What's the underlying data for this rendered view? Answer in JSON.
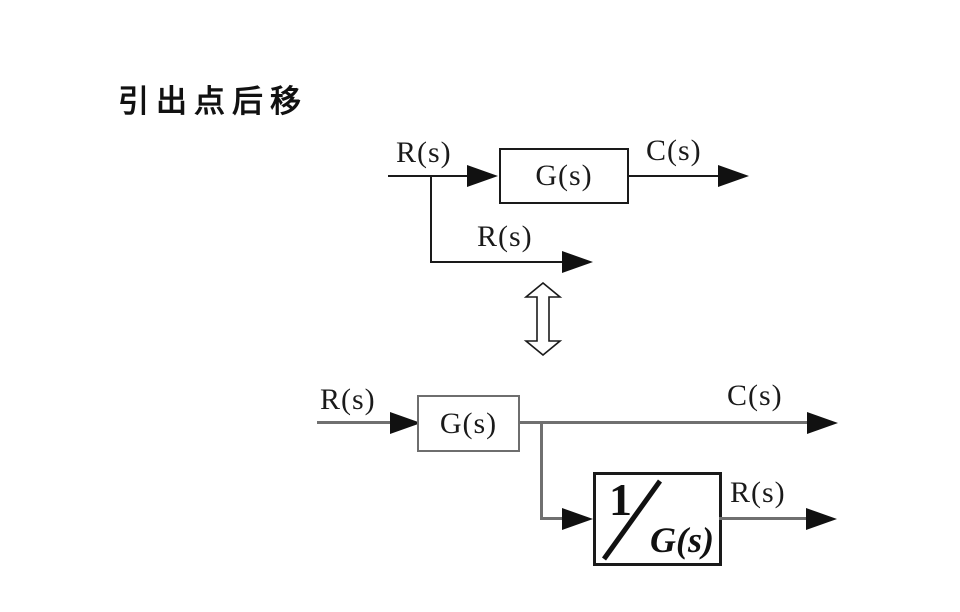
{
  "page": {
    "title": "引出点后移",
    "background": "#ffffff"
  },
  "colors": {
    "ink": "#1a1a1a",
    "gray_line": "#707070",
    "arrow_fill": "#111111",
    "block_fill": "#ffffff"
  },
  "icons": {
    "equivalence": "double-vertical-arrow-outline",
    "arrowheads": "solid-right-triangle"
  },
  "diagram_top": {
    "input_label": "R(s)",
    "block_label": "G(s)",
    "output_label": "C(s)",
    "branch_label": "R(s)"
  },
  "diagram_bottom": {
    "input_label": "R(s)",
    "block_label": "G(s)",
    "output_label": "C(s)",
    "branch_block_numerator": "1",
    "branch_block_denominator": "G(s)",
    "branch_output_label": "R(s)"
  }
}
